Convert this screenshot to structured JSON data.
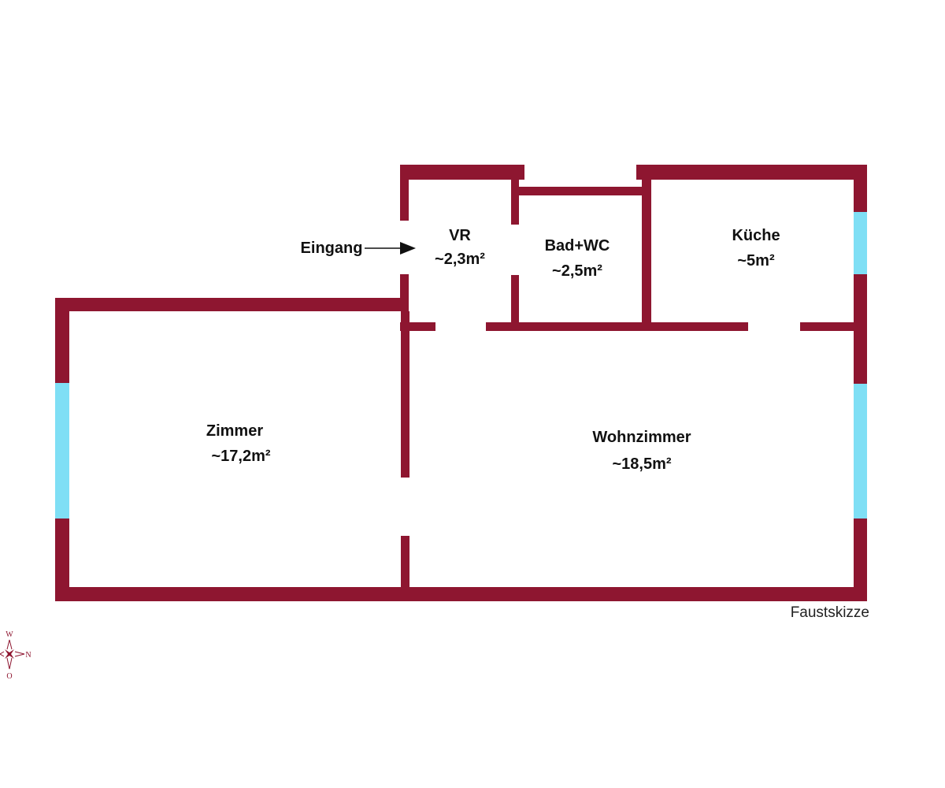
{
  "colors": {
    "wall": "#8e1630",
    "window": "#7fdff5",
    "text": "#111111"
  },
  "rooms": [
    {
      "name": "VR",
      "area": "~2,3m²"
    },
    {
      "name": "Bad+WC",
      "area": "~2,5m²"
    },
    {
      "name": "Küche",
      "area": "~5m²"
    },
    {
      "name": "Zimmer",
      "area": "~17,2m²"
    },
    {
      "name": "Wohnzimmer",
      "area": "~18,5m²"
    }
  ],
  "entrance_label": "Eingang",
  "note": "Faustskizze",
  "compass": {
    "top": "W",
    "right": "N",
    "bottom": "O"
  }
}
